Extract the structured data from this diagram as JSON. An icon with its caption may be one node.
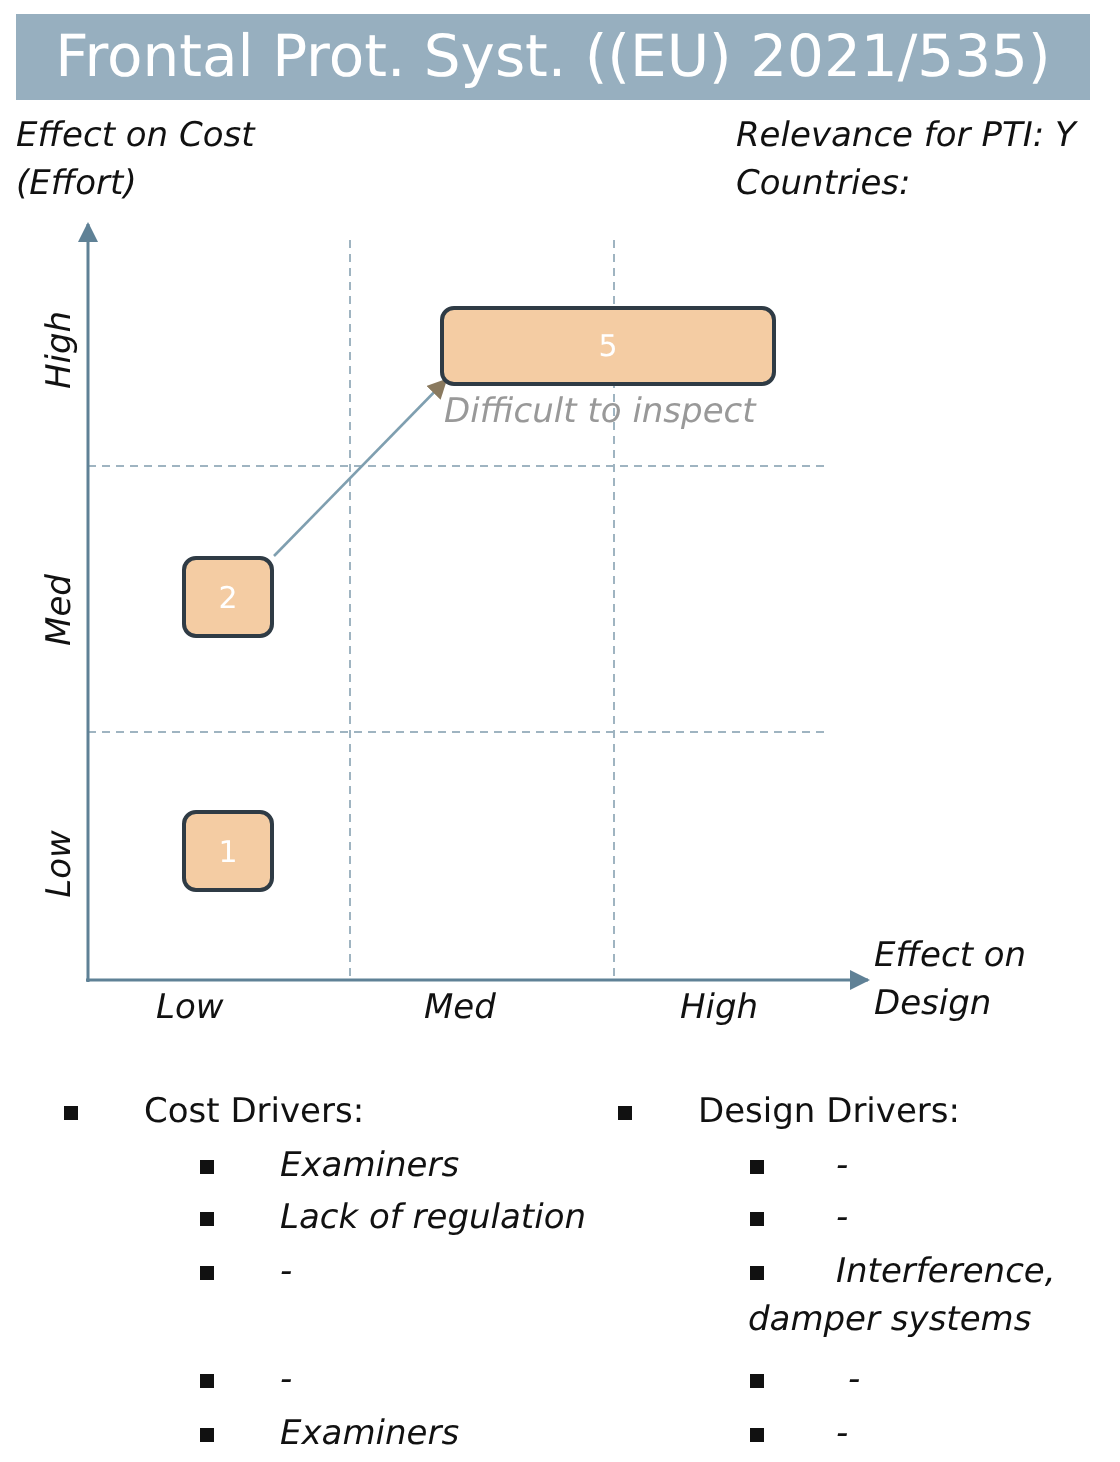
{
  "diagram": {
    "title": "Frontal Prot. Syst. ((EU) 2021/535)",
    "nodes": [
      {
        "text": [
          "5"
        ],
        "beside": [
          "Difficult to inspect"
        ]
      },
      {
        "text": [
          "2"
        ]
      },
      {
        "text": [
          "1"
        ]
      }
    ],
    "edges": [
      {
        "from": 1,
        "to": 0,
        "arrow": "to"
      }
    ],
    "labels": [
      "Effect on Cost (Effort)",
      "Relevance for PTI: Y",
      "Countries:",
      "High",
      "Med",
      "Low",
      "Low",
      "Med",
      "High",
      "Effect on Design",
      "Cost Drivers:",
      "Design Drivers:",
      "Examiners",
      "Lack of regulation",
      "-",
      "-",
      "Examiners",
      "-",
      "-",
      "Interference, damper systems",
      "-",
      "-"
    ]
  }
}
